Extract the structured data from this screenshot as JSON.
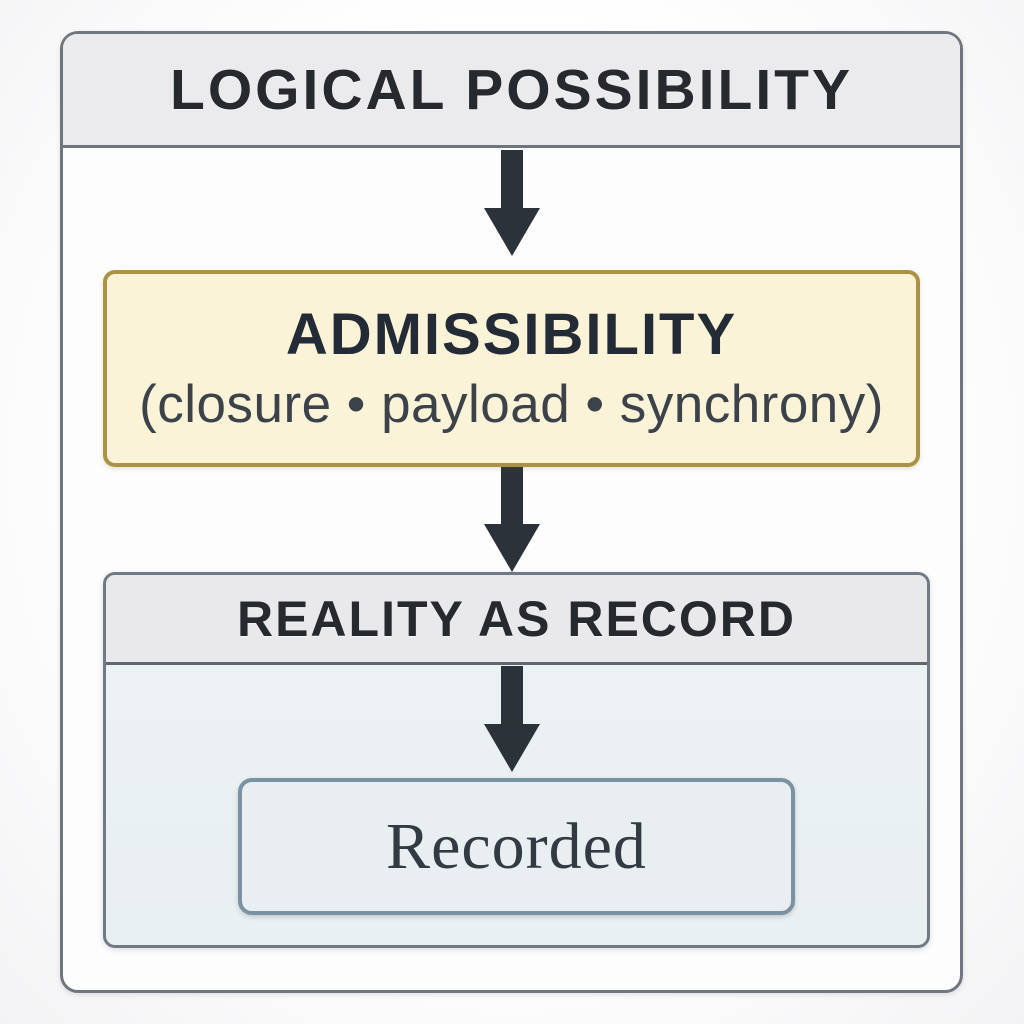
{
  "diagram": {
    "top_banner": {
      "label": "LOGICAL POSSIBILITY"
    },
    "nodes": {
      "admissibility": {
        "title": "ADMISSIBILITY",
        "subtitle": "(closure • payload • synchrony)"
      },
      "reality_as_record": {
        "title": "REALITY AS RECORD"
      },
      "recorded": {
        "label": "Recorded"
      }
    },
    "arrows": [
      {
        "from": "logical-possibility",
        "to": "admissibility",
        "direction": "down"
      },
      {
        "from": "admissibility",
        "to": "reality-as-record",
        "direction": "down"
      },
      {
        "from": "reality-as-record",
        "to": "recorded",
        "direction": "down"
      }
    ],
    "colors": {
      "frame_border": "#6f7680",
      "banner_bg": "#ebebed",
      "banner_text": "#26292e",
      "arrow_color": "#2b323a",
      "admissibility_bg": "#faf3d8",
      "admissibility_border": "#ab9346",
      "admissibility_title": "#232b36",
      "admissibility_subtitle": "#3b424a",
      "reality_header_bg": "#e9e9eb",
      "reality_body_bg": "#edf2f4",
      "reality_border": "#6f7a85",
      "recorded_bg": "#e9eef0",
      "recorded_border": "#7b92a2",
      "recorded_text": "#323a44",
      "page_bg": "#fafafa"
    }
  }
}
